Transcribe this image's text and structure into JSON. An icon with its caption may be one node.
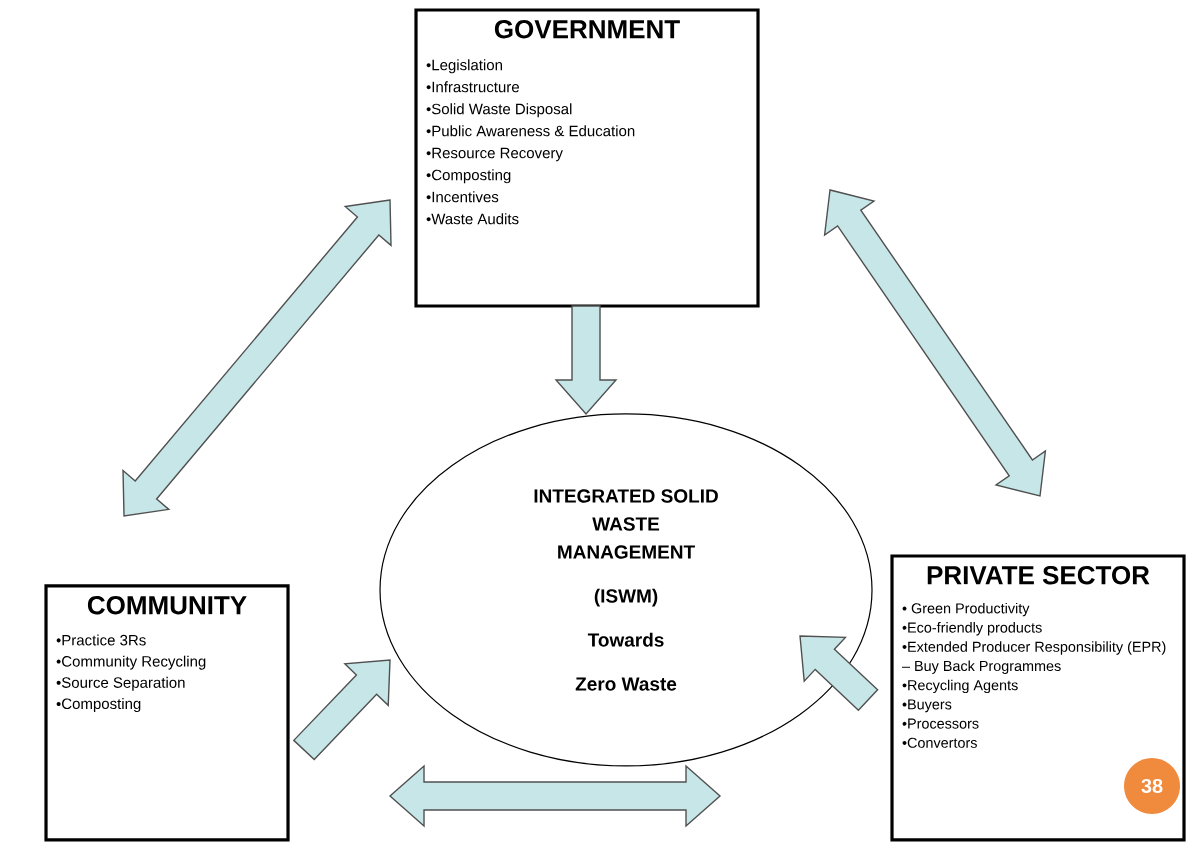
{
  "diagram": {
    "nodes": [
      {
        "text": [
          "GOVERNMENT",
          "•Legislation",
          "•Infrastructure",
          "•Solid Waste Disposal",
          "•Public Awareness & Education",
          "•Resource Recovery",
          "•Composting",
          "•Incentives",
          "•Waste Audits"
        ]
      },
      {
        "text": [
          "COMMUNITY",
          "•Practice 3Rs",
          "•Community Recycling",
          "•Source Separation",
          "•Composting"
        ]
      },
      {
        "text": [
          "PRIVATE SECTOR",
          "• Green Productivity",
          "•Eco-friendly products",
          "•Extended Producer Responsibility (EPR) – Buy Back Programmes",
          "•Recycling Agents",
          "•Buyers",
          "•Processors",
          "•Convertors"
        ]
      },
      {
        "text": [
          "INTEGRATED SOLID WASTE MANAGEMENT",
          "(ISWM)",
          "Towards",
          "Zero Waste"
        ]
      }
    ],
    "edges": [
      {
        "from": 0,
        "to": 1,
        "arrow": "both"
      },
      {
        "from": 0,
        "to": 2,
        "arrow": "both"
      },
      {
        "from": 0,
        "to": 3,
        "arrow": "to"
      },
      {
        "from": 1,
        "to": 3,
        "arrow": "to"
      },
      {
        "from": 2,
        "to": 3,
        "arrow": "to"
      },
      {
        "from": 1,
        "to": 2,
        "arrow": "both"
      }
    ],
    "labels": [
      "38"
    ]
  }
}
